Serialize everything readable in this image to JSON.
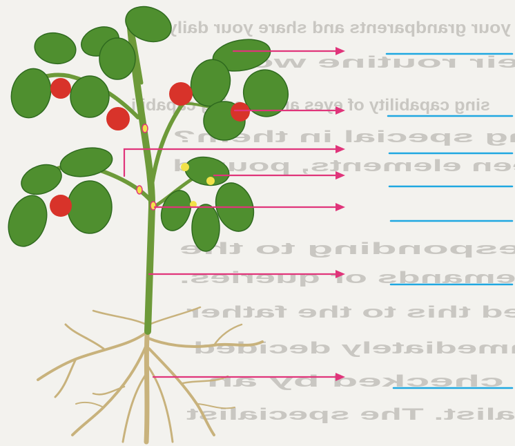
{
  "diagram": {
    "subject": "plant",
    "label_slots": 7,
    "colors": {
      "arrow": "#e0347a",
      "answer_line": "#1ea7e1",
      "leaf": "#4f8f2f",
      "leaf_dark": "#2f6a1f",
      "fruit": "#d8332a",
      "flower": "#f2e24a",
      "stem": "#6d9a39",
      "root": "#c8b27c",
      "background": "#f3f2ee"
    }
  },
  "mirrored_background_text": [
    "your grandparents and share your daily e",
    "in their routine wo",
    "sing capability of eyes and hearing capabili",
    "ng special in them?",
    "een elements, poured",
    "responding to the",
    "demands or queries.",
    "ned this to the father",
    "immediately decided",
    "im checked by an",
    "cialist. The specialist"
  ]
}
